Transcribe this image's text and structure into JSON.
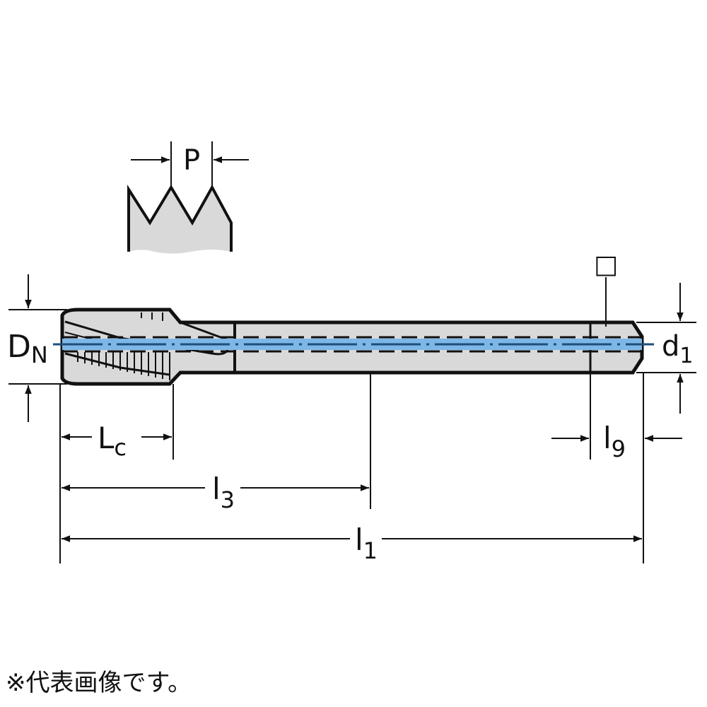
{
  "labels": {
    "pitch": "P",
    "nominal_diameter": {
      "main": "D",
      "sub": "N"
    },
    "shank_diameter": {
      "main": "d",
      "sub": "1"
    },
    "chamfer_length": {
      "main": "L",
      "sub": "c"
    },
    "thread_length": {
      "main": "l",
      "sub": "3"
    },
    "total_length": {
      "main": "l",
      "sub": "1"
    },
    "square_length": {
      "main": "l",
      "sub": "9"
    },
    "square_symbol": "□"
  },
  "caption": "※代表画像です。",
  "colors": {
    "body": "#d9d9d9",
    "coolant": "#7db7e8",
    "line": "#111111"
  }
}
